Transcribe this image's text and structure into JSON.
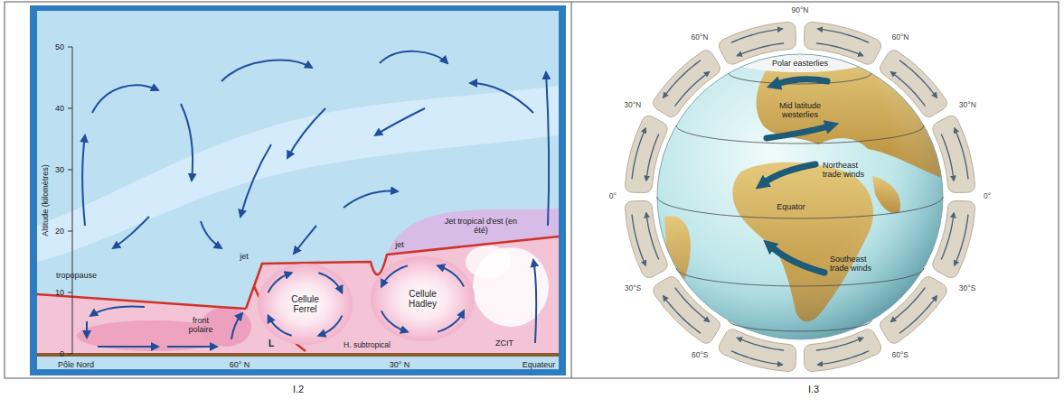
{
  "diagram": {
    "nodes": [
      {
        "text": [
          "Cellule Ferrel"
        ]
      },
      {
        "text": [
          "Cellule Hadley"
        ]
      }
    ],
    "labels": [
      "Altitude (kilomètres)",
      "0",
      "10",
      "20",
      "30",
      "40",
      "50",
      "Jet tropical d'est (en été)",
      "tropopause",
      "jet",
      "jet",
      "front polaire",
      "H. subtropical",
      "L",
      "ZCIT",
      "Pôle Nord",
      "60° N",
      "30° N",
      "Equateur",
      "Polar easterlies",
      "Mid latitude westerlies",
      "Northeast trade winds",
      "Equator",
      "Southeast trade winds",
      "90°N",
      "60°N",
      "60°N",
      "30°N",
      "30°N",
      "0°",
      "0°",
      "30°S",
      "30°S",
      "60°S",
      "60°S",
      "I.2",
      "I.3"
    ]
  }
}
